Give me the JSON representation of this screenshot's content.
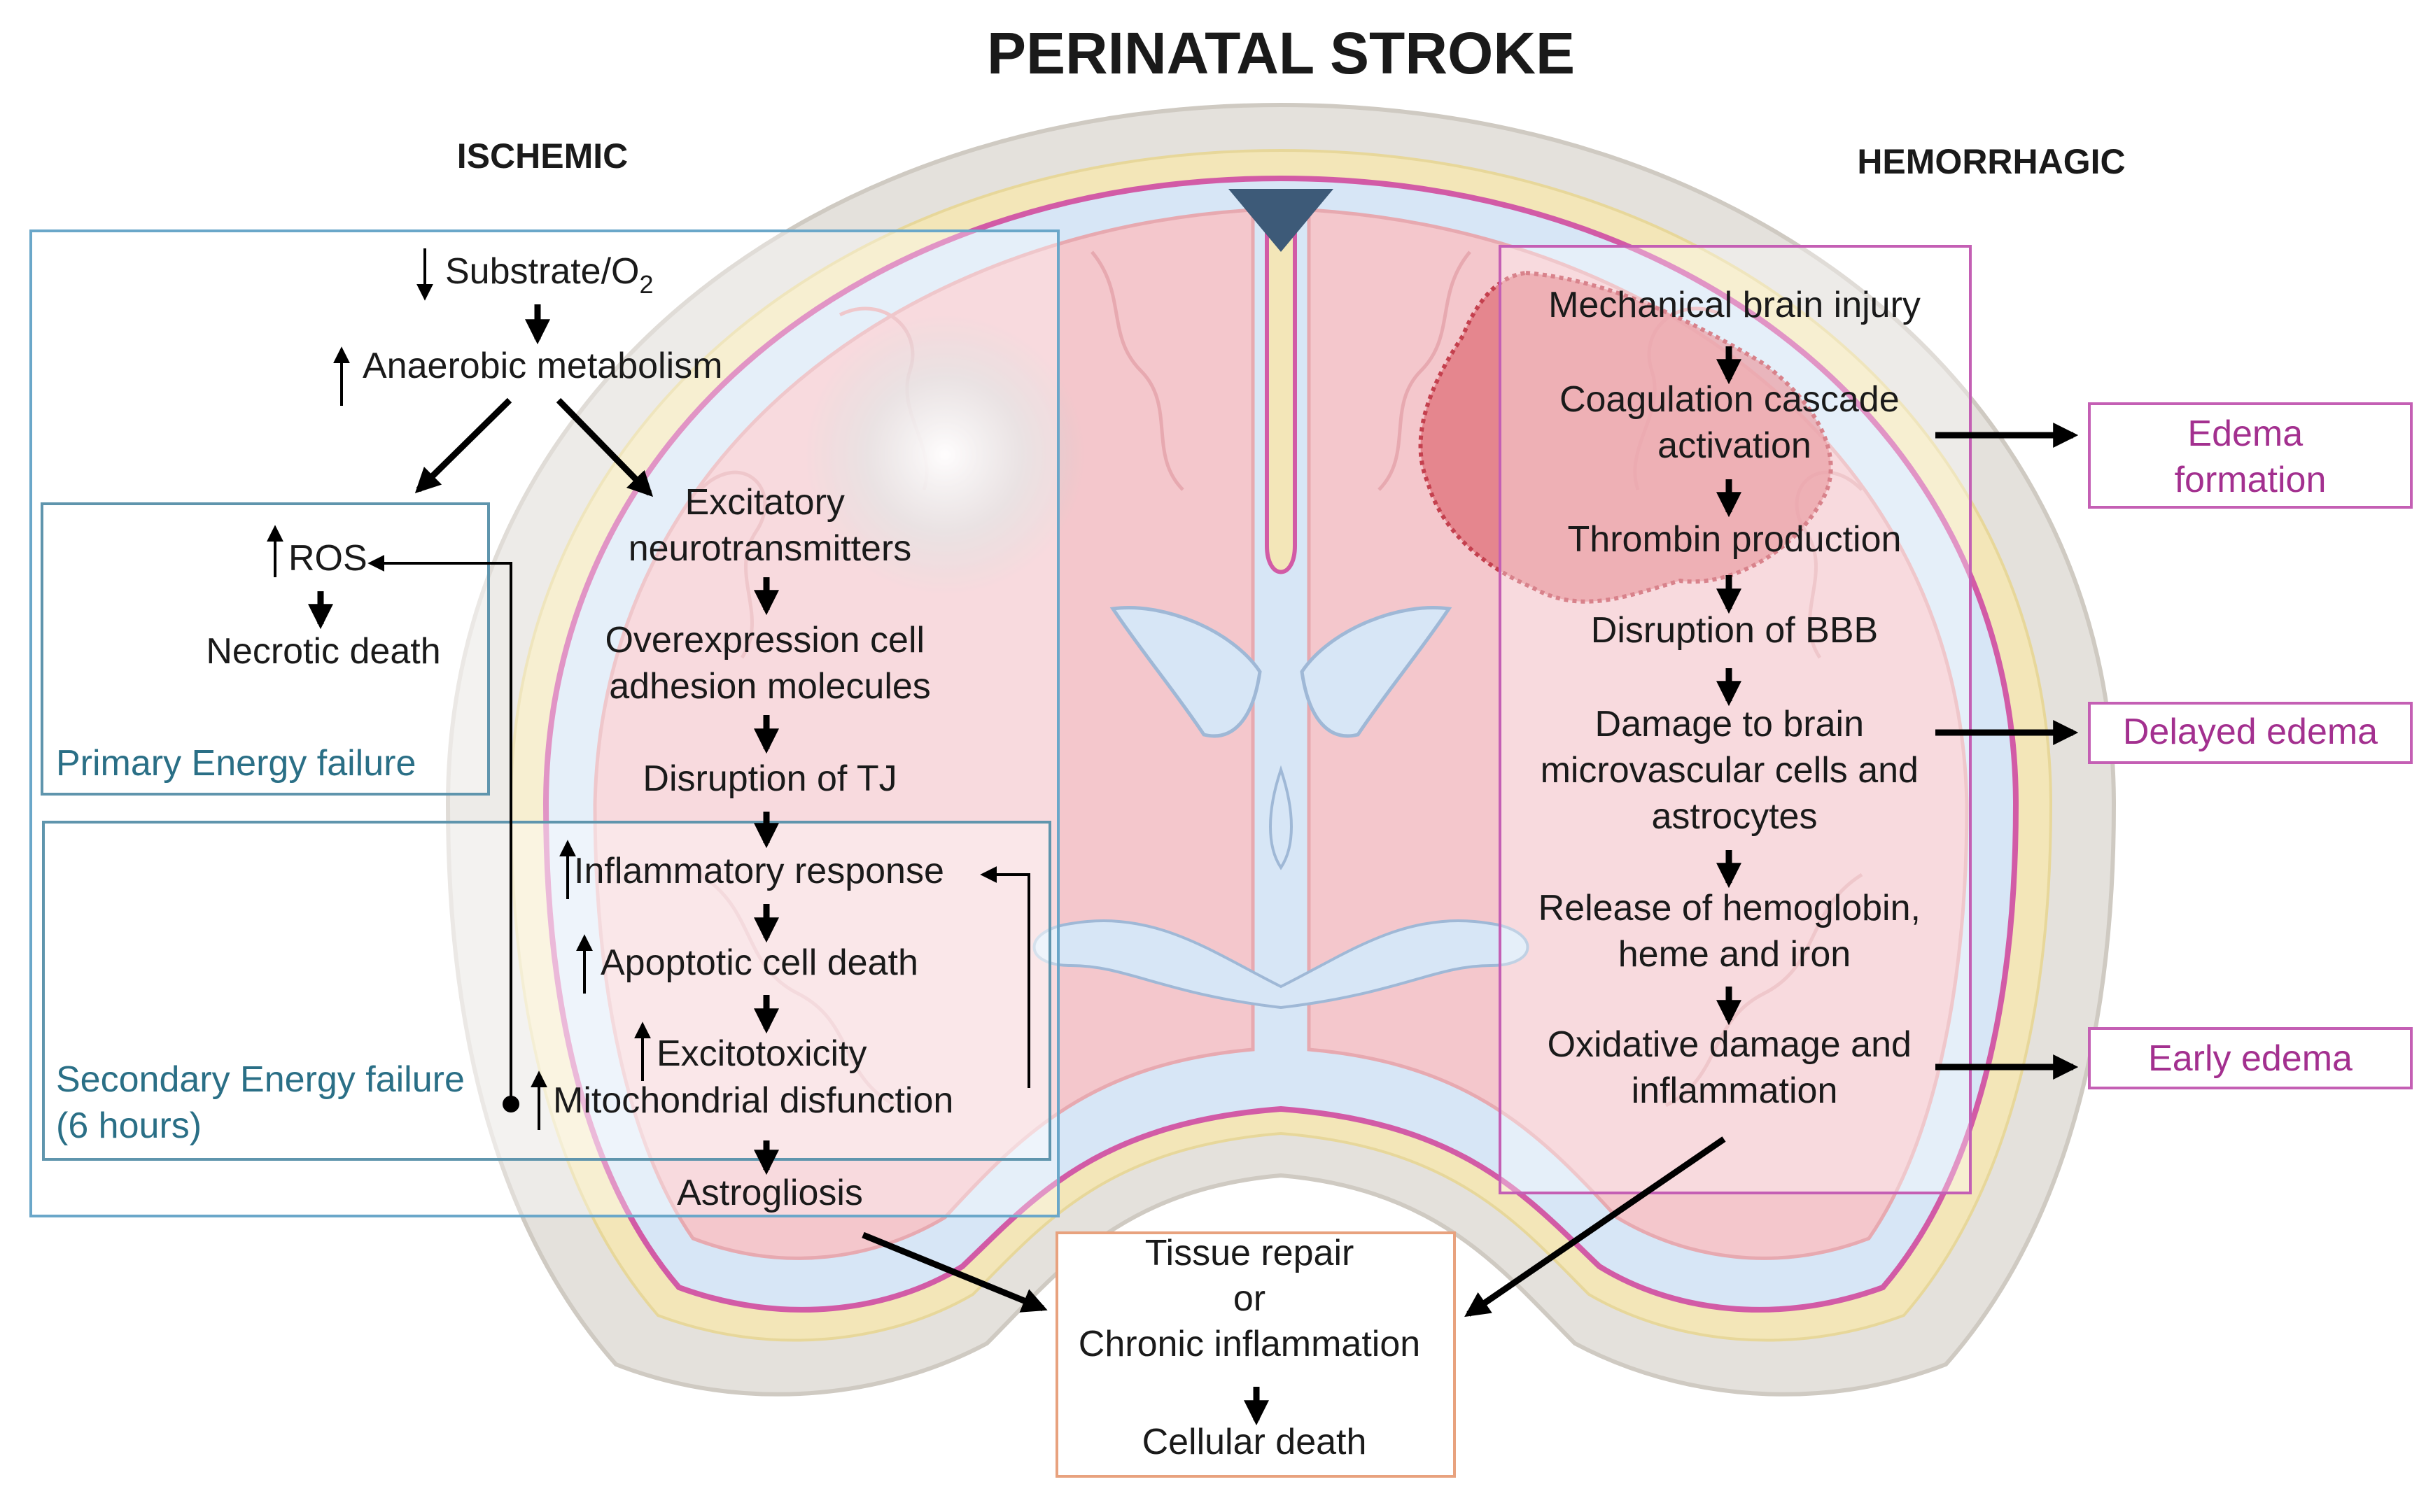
{
  "title": "PERINATAL STROKE",
  "ischemic": {
    "heading": "ISCHEMIC",
    "substrate": "Substrate/O",
    "substrate_sub": "2",
    "anaerobic": "Anaerobic metabolism",
    "primary": {
      "ros": "ROS",
      "necrotic": "Necrotic death",
      "label": "Primary Energy failure"
    },
    "excitatory": [
      "Excitatory",
      "neurotransmitters"
    ],
    "overexpression": [
      "Overexpression cell",
      "adhesion molecules"
    ],
    "tj": "Disruption of TJ",
    "secondary": {
      "label_line1": "Secondary Energy failure",
      "label_line2": "(6 hours)",
      "inflammatory": "Inflammatory response",
      "apoptotic": "Apoptotic cell death",
      "excitotoxicity": "Excitotoxicity",
      "mito": "Mitochondrial disfunction"
    },
    "astrogliosis": "Astrogliosis"
  },
  "hemorrhagic": {
    "heading": "HEMORRHAGIC",
    "steps": {
      "mechanical": "Mechanical brain  injury",
      "coagulation": [
        "Coagulation cascade",
        "activation"
      ],
      "thrombin": "Thrombin production",
      "bbb": "Disruption of BBB",
      "damage": [
        "Damage to brain",
        "microvascular cells and",
        "astrocytes"
      ],
      "release": [
        "Release of hemoglobin,",
        "heme and iron"
      ],
      "oxidative": [
        "Oxidative damage and",
        "inflammation"
      ]
    },
    "edema": {
      "formation": [
        "Edema",
        "formation"
      ],
      "delayed": "Delayed edema",
      "early": "Early edema"
    }
  },
  "outcome": {
    "repair": "Tissue repair",
    "or": "or",
    "chronic": "Chronic inflammation",
    "death": "Cellular death"
  },
  "colors": {
    "ischemic_box": "#6aa7c9",
    "secondary_box": "#5f95ad",
    "hemorrhagic_box": "#c45fb4",
    "outcome_box": "#e8a27e",
    "hemorrhage": "#e0707a",
    "brain_tissue": "#f4c7cc",
    "csf": "#d7e6f6",
    "skull": "#e4e1dc"
  }
}
